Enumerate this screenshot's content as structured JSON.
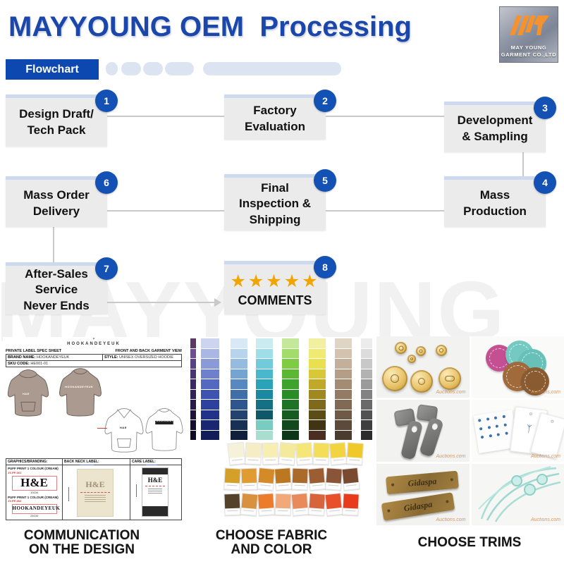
{
  "header": {
    "title": "MAYYOUNG OEM  Processing",
    "logo": {
      "monogram": "MY",
      "line1": "MAY YOUNG",
      "line2": "GARMENT CO.,LTD"
    }
  },
  "flowchart": {
    "tab_label": "Flowchart",
    "steps": [
      {
        "num": "1",
        "label": "Design Draft/\nTech Pack"
      },
      {
        "num": "2",
        "label": "Factory\nEvaluation"
      },
      {
        "num": "3",
        "label": "Development\n& Sampling"
      },
      {
        "num": "4",
        "label": "Mass\nProduction"
      },
      {
        "num": "5",
        "label": "Final\nInspection &\nShipping"
      },
      {
        "num": "6",
        "label": "Mass Order\nDelivery"
      },
      {
        "num": "7",
        "label": "After-Sales\nService\nNever Ends"
      },
      {
        "num": "8",
        "label": "COMMENTS",
        "stars": "★★★★★"
      }
    ]
  },
  "watermark": "MAYYOUNG",
  "spec_sheet": {
    "brand_logo": "HOOKANDEYEUK",
    "doc_title_left": "PRIVATE LABEL SPEC SHEET",
    "doc_title_right": "FRONT AND BACK GARMENT VIEW",
    "brand_name_label": "BRAND NAME:",
    "brand_name": "HOOKANDEYEUK",
    "style_label": "STYLE:",
    "style": "UNISEX OVERSIZED HOODIE",
    "sku_label": "SKU CODE:",
    "sku": "HE001-01",
    "hoodie_front_text": "H&E",
    "hoodie_back_text": "HOOKANDEYEUK",
    "panels": {
      "graphics_title": "GRAPHICS/BRANDING:",
      "puff1": "PUFF PRINT 1 COLOUR (CREAM)",
      "code1": "JY-PP-001",
      "logo1": "H&E",
      "size1": "10CM",
      "puff2": "PUFF PRINT 1 COLOUR (CREAM)",
      "code2": "JY-PP-002",
      "logo2": "HOOKANDEYEUK",
      "size2": "24CM",
      "back_neck_title": "BACK NECK LABEL:",
      "back_neck_logo": "H&E",
      "care_title": "CARE LABEL:",
      "care_logo": "H&E"
    }
  },
  "fabric": {
    "strips": [
      [
        "#5a3a62",
        "#6b4f8f",
        "#584283",
        "#473472",
        "#3a2a64",
        "#2f2156",
        "#261a48",
        "#1d133a",
        "#160e2e",
        "#100a24"
      ],
      [
        "#cdd4ef",
        "#aab6e4",
        "#8a9ad8",
        "#6e80cc",
        "#5468c0",
        "#3e52b0",
        "#2e409e",
        "#223288",
        "#192670",
        "#121c58"
      ],
      [
        "#d8e8f5",
        "#b8d4ec",
        "#95bce0",
        "#74a4d2",
        "#5788c0",
        "#406ea8",
        "#2e568e",
        "#224270",
        "#183054",
        "#10203c"
      ],
      [
        "#c8ecf0",
        "#9fdde8",
        "#72cbdd",
        "#4ab8cc",
        "#2aa2b8",
        "#1a88a0",
        "#147084",
        "#0f5868",
        "#7accc0",
        "#a8ddd0"
      ],
      [
        "#c4e89a",
        "#a2dc6a",
        "#7ecb44",
        "#5cb832",
        "#3ea32a",
        "#2a8c26",
        "#1e7424",
        "#165c20",
        "#12481c",
        "#0e3618"
      ],
      [
        "#f2f0a0",
        "#eeea72",
        "#e8e04c",
        "#d8c838",
        "#c0a828",
        "#a08820",
        "#7e6a1a",
        "#5c4c16",
        "#403414",
        "#4a2e20"
      ],
      [
        "#e0d4c4",
        "#d2c2ae",
        "#c4b09a",
        "#b49e86",
        "#a48c74",
        "#927a64",
        "#806a54",
        "#6e5a46",
        "#5c4a3a",
        "#4a3c2e"
      ],
      [
        "#ececec",
        "#dcdcdc",
        "#c8c8c8",
        "#b2b2b2",
        "#9a9a9a",
        "#828282",
        "#6a6a6a",
        "#525252",
        "#3e3e3e",
        "#2c2c2c"
      ]
    ],
    "chip_rows": [
      [
        "#f6f1d9",
        "#f4edc6",
        "#f6eeb2",
        "#f4ea9e",
        "#f6e678",
        "#f4dd58",
        "#f2d440",
        "#f0c828"
      ],
      [
        "#d4a028",
        "#e09c30",
        "#d48a26",
        "#bc7820",
        "#aa6a2a",
        "#9a5e32",
        "#8a5438",
        "#7a4a30"
      ],
      [
        "#54432a",
        "#d8913e",
        "#ec7c2c",
        "#f2a878",
        "#e88a5a",
        "#d8643c",
        "#e8502c",
        "#ea3a1e"
      ]
    ]
  },
  "trims": {
    "watermark": "Auctions.com",
    "metal_label_text": "Gidaspa"
  },
  "captions": [
    "COMMUNICATION\nON THE DESIGN",
    "CHOOSE FABRIC\nAND COLOR",
    "CHOOSE TRIMS"
  ],
  "colors": {
    "title_blue": "#1b47ab",
    "tab_blue": "#0d47b0",
    "circle_blue": "#1351b5",
    "box_bg": "#ebebeb",
    "box_strip": "#ccd9ee",
    "pill": "#dde4f1",
    "connector": "#c9c9c9",
    "star_gold": "#f0a500",
    "logo_orange": "#f5922e"
  }
}
